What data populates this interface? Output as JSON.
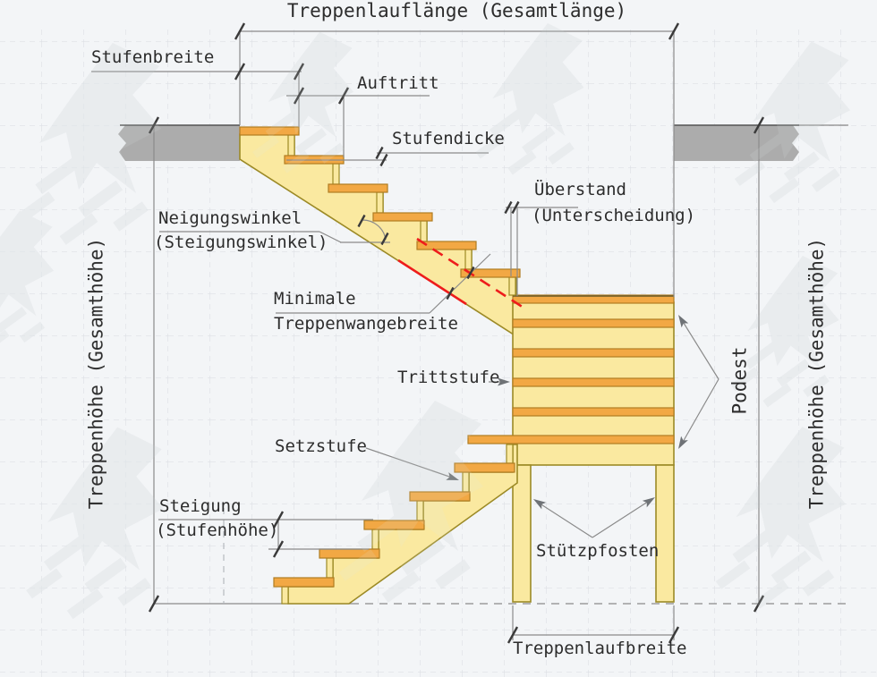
{
  "title": "Treppenlauflänge (Gesamtlänge)",
  "labels": {
    "stufenbreite": "Stufenbreite",
    "auftritt": "Auftritt",
    "stufendicke": "Stufendicke",
    "ueberstand_1": "Überstand",
    "ueberstand_2": "(Unterscheidung)",
    "neigungswinkel_1": "Neigungswinkel",
    "neigungswinkel_2": "(Steigungswinkel)",
    "minimale_1": "Minimale",
    "minimale_2": "Treppenwangebreite",
    "trittstufe": "Trittstufe",
    "setzstufe": "Setzstufe",
    "steigung_1": "Steigung",
    "steigung_2": "(Stufenhöhe)",
    "stuetzpfosten": "Stützpfosten",
    "podest": "Podest",
    "treppenlaufbreite": "Treppenlaufbreite",
    "treppenhoehe_links": "Treppenhöhe (Gesamthöhe)",
    "treppenhoehe_rechts": "Treppenhöhe (Gesamthöhe)"
  },
  "colors": {
    "bg": "#f3f5f7",
    "grid": "#d8dce2",
    "wm": "#e2e5e9",
    "stair": "#fae9a0",
    "stair-edge": "#9c8a26",
    "tread": "#f2a844",
    "tread-edge": "#b07c22",
    "slab": "#acacac",
    "dim": "#8a8a8a",
    "tick": "#3a3a3a",
    "red": "#ee1c1c",
    "ink": "#2c2c2c"
  }
}
